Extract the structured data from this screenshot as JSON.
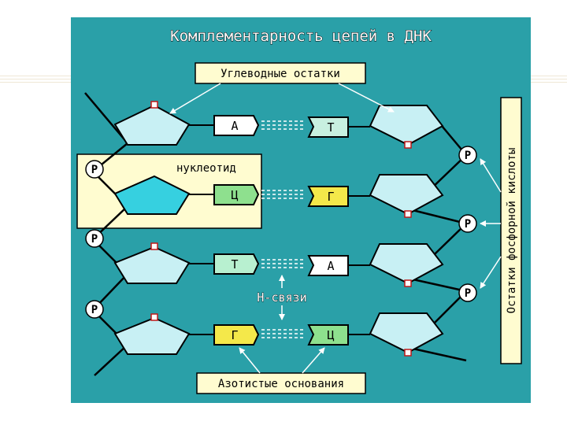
{
  "title": "Комплементарность цепей в ДНК",
  "labels": {
    "sugar_residues": "Углеводные остатки",
    "nucleotide": "нуклеотид",
    "hydrogen_bonds": "Н-связи",
    "nitrogen_bases": "Азотистые основания",
    "phosphate_residues": "Остатки фосфорной кислоты"
  },
  "phosphate_symbol": "P",
  "left_chain": {
    "bases": [
      "А",
      "Ц",
      "Т",
      "Г"
    ],
    "base_colors": [
      "#ffffff",
      "#8ee08e",
      "#b8f0d0",
      "#f4e84a"
    ]
  },
  "right_chain": {
    "bases": [
      "Т",
      "Г",
      "А",
      "Ц"
    ],
    "base_colors": [
      "#c8f0e0",
      "#f4e84a",
      "#ffffff",
      "#8ee08e"
    ]
  },
  "colors": {
    "background": "#2aa0a8",
    "sugar_fill": "#c8f0f4",
    "highlight_box": "#fffcd0",
    "highlight_sugar": "#36d0e0",
    "outline": "#000000"
  }
}
